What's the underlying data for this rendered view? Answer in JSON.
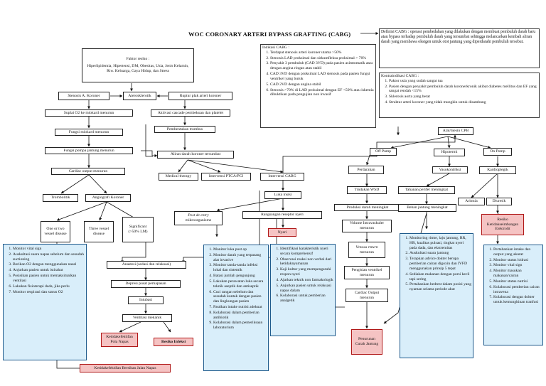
{
  "title": "WOC CORONARY ARTERI BYPASS GRAFTING (CABG)",
  "definition": "Definisi CABG : operasi pembedahan yang dilakukan dengan membuat pembuluh darah baru atau bypass terhadap pembuluh darah yang tersumbat sehingga melancarkan kembali aliran darah yang membawa oksigen untuk otot jantung yang diperdarahi pembuluh tersebut.",
  "risk": {
    "heading": "Faktor resiko :",
    "body": "Hiperlipidemia, Hipertensi, DM, Obesitas, Usia, Jenis Kelamin, Riw. Keluarga, Gaya Hidup, dan Stress"
  },
  "nodes": {
    "stenosis": "Stenosis A. Koroner",
    "aterosklerotik": "Aterosklerotik",
    "ruptur": "Ruptur plak arteri koroner",
    "suplai": "Suplai O2 ke miokard menurun",
    "aktivasi": "Aktivasi cascade pembekuan dan platelet",
    "fungsi_miokard": "Fungsi miokard menurun",
    "pembentukan": "Pembentukan trombus",
    "fungsi_pompa": "Fungsi pompa jantung menurun",
    "aliran": "Aliran darah koroner tersumbat",
    "cardiac_output": "Cardiac output menurun",
    "medical": "Medical therapy",
    "ptca": "Intervensi PTCA/PCI",
    "intervensi_cabg": "Intervensi CABG",
    "trombolitik": "Trombolitik",
    "angiografi": "Angiografi Koroner",
    "one_two": "One or two vessel disease",
    "three": "Three vessel disease",
    "significant": "Significant (>50% LM)",
    "luka_insisi": "Luka insisi",
    "post_entry": "Post de entry",
    "mikroorganisme": "mikroorganisme",
    "rangsangan": "Rangsangan reseptor nyeri",
    "nyeri": "Nyeri",
    "anastesi": "Anastesi (sedasi dan relaksasi)",
    "depresi": "Depresi pusat pernapasan",
    "intubasi": "Intubasi",
    "ventilasi": "Ventilasi mekanik",
    "ketidakefektifan_pola": "Ketidakefektifan Pola Napas",
    "resiko_infeksi": "Resiko Infeksi",
    "ketidakefektifan_jalan": "Ketidakefektifan Bersihan Jalan Napas",
    "alat_mesin": "Alat/mesin CPB",
    "off_pump": "Off Pump",
    "hipotermi": "Hipotermi",
    "on_pump": "On Pump",
    "perdarahan": "Perdarahan",
    "vasokontriksi": "Vasokontriksi",
    "kardioplegik": "Kardioplegik",
    "tindakan_wsd": "Tindakan WSD",
    "tahanan": "Tahanan perifer meningkat",
    "produksi": "Produksi darah meningkat",
    "beban": "Beban jantung meningkat",
    "aritmia": "Aritmia",
    "diuretik": "Diuretik",
    "volume": "Volume Intravaskuler menurun",
    "venous_a": "Venous return",
    "venous_b": "menurun",
    "pengisian": "Pengisian ventrikel menurun",
    "cardiac_output2": "Cardiac Output menurun",
    "penurunan": "Penurunan Curah Jantung",
    "resiko_elektrolit": "Resiko Ketidakseimbangan Elektrolit"
  },
  "indikasi": {
    "heading": "Indikasi CABG :",
    "items": [
      "Terdapat stenosis arteri koroner utama >50%",
      "Stenosis LAD proksimal dan sirkumfleksa proksimal > 70%",
      "Penyakit 3 pembuluh (CAD 3VD) pada pasien asimtomatik atau dengan angina ringan atau stabil",
      "CAD 3VD dengan proksimal LAD stenosis pada pasien fungsi ventrikel yang buruk",
      "CAD 2VD dengan angina stabil",
      "Stenosis >70% di LAD proksimal dengan EF <50% atau iskemia dibuktikan pada pengujian non invasif"
    ]
  },
  "kontraindikasi": {
    "heading": "Kontraindikasi CABG :",
    "items": [
      "Paktor usia yang sudah sangat tua",
      "Pasien dengan penyakit pembuluh darah koronerkronik akibat diabetes mellitus dan EF yang sangat rendah <15%",
      "Sklerosis aorta yang berat",
      "Struktur arteri koroner yang tidak mungkin untuk disambung"
    ]
  },
  "blue_napas": [
    "Monitor vital sign",
    "Auskultasi suara napas sebelum dan sesudah suctioning",
    "Berikan O2 dengan menggunakan nasal",
    "Anjurkan pasien untuk istirahat",
    "Posisikan pasien untuk memaksimalkan ventilasi",
    "Lakukan fisioterapi dada, jika perlu",
    "Monitor respirasi dan status O2"
  ],
  "blue_infeksi": [
    "Monitor luka post op",
    "Monitor darah yang terpasang alat invasive",
    "Monitor tanda-tanda infeksi lokal dan sistemik",
    "Batasi jumlah pengunjung",
    "Lakukan perawatan luka secara teknik aseptik dan antiseptik",
    "Cuci tangan sebelum dan sesudah kontak dengan pasien dan lingkungan pasien",
    "Pastikan intake nutrisi adekuat",
    "Kolaborasi dalam pemberian antibiotik",
    "Kolaborasi dalam pemeriksaan laboratorium"
  ],
  "blue_nyeri": [
    "Identifikasi karakteristik nyeri secara komprehensif",
    "Observasi reaksi non verbal dari ketidaknyamanan",
    "Kaji kultur yang mempengaruhi respon nyeri",
    "Ajarkan teknik non farmakologik",
    "Anjurkan pasien untuk relaksasi napas dalam",
    "Kolaborasi untuk pemberian analgetik"
  ],
  "blue_curah": [
    "Monitoring ritme, laju jantung, RR, HR, kualitas pulsasi, tingkat nyeri pada dada, dan ekstremitas",
    "Auskultasi suara jantung",
    "Terapkan advice dokter berupa pemberian cairan digoxin dan IVFD menggunakan prinsip 5 tepat",
    "Sediakan makanan dengan porsi kecil tapi sering",
    "Pertahankan bedrest dalam posisi yang nyaman selama periode akut"
  ],
  "blue_elektrolit": [
    "Pertahankan intake dan output yang akurat",
    "Monitor status hidrasi",
    "Monitor vital sign",
    "Monitor masukan makanan/cairan",
    "Monitor status nutrisi",
    "Kolaborasi pemberian cairan intravena",
    "Kolaborasi dengan dokter untuk kemungkinan tranfusi"
  ],
  "colors": {
    "blue_fill": "#d9eefa",
    "blue_border": "#1e5a8c",
    "red_fill": "#f5c3c3",
    "red_border": "#b01818"
  }
}
